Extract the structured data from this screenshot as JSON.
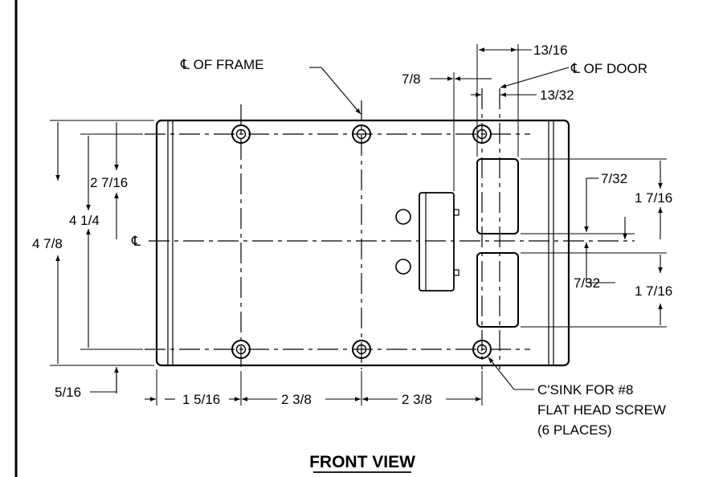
{
  "labels": {
    "cl_of_frame": "℄ OF FRAME",
    "cl_of_door": "℄ OF DOOR",
    "cl": "℄",
    "title": "FRONT VIEW",
    "csink_line1": "C'SINK FOR #8",
    "csink_line2": "FLAT HEAD SCREW",
    "csink_line3": "(6 PLACES)"
  },
  "dimensions": {
    "d_13_16": "13/16",
    "d_7_8": "7/8",
    "d_13_32": "13/32",
    "d_2_7_16": "2 7/16",
    "d_4_1_4": "4 1/4",
    "d_4_7_8": "4 7/8",
    "d_5_16": "5/16",
    "d_7_32_top": "7/32",
    "d_7_32_bottom": "7/32",
    "d_1_7_16_top": "1 7/16",
    "d_1_7_16_bottom": "1 7/16",
    "d_1_5_16": "1 5/16",
    "d_2_3_8_left": "2 3/8",
    "d_2_3_8_right": "2 3/8"
  }
}
